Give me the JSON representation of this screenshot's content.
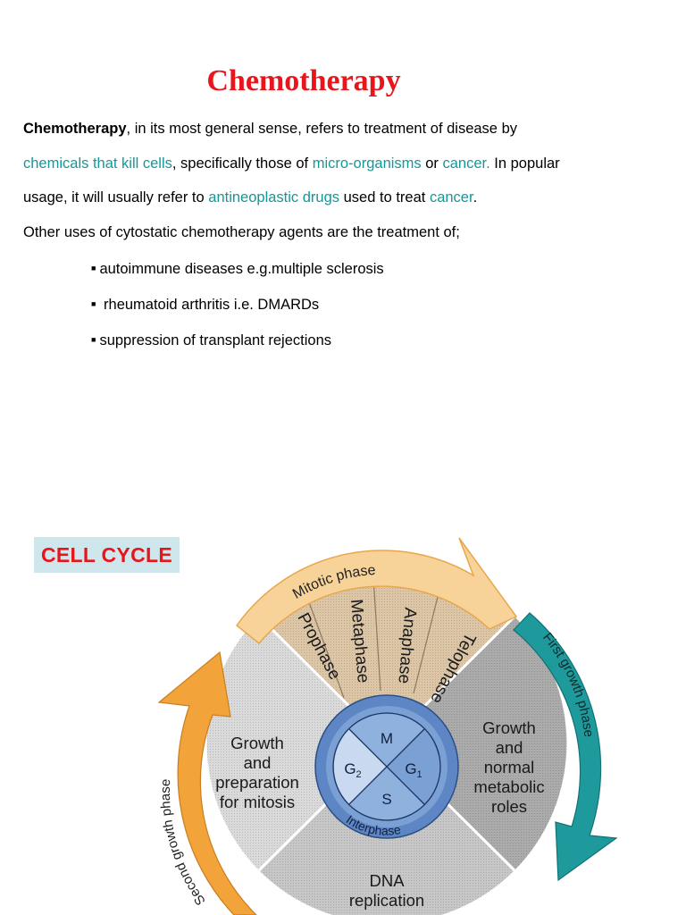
{
  "title": "Chemotherapy",
  "intro": {
    "term": "Chemotherapy",
    "t1": ", in its most general sense, refers to treatment of disease by",
    "link1": "chemicals that kill cells",
    "t2": ", specifically those of ",
    "link2": "micro-organisms",
    "t3": " or ",
    "link3": "cancer.",
    "t4": " In popular",
    "t5": "usage, it will usually refer to ",
    "link4": "antineoplastic drugs",
    "t6": " used to treat ",
    "link5": "cancer",
    "t7": "."
  },
  "other_uses": "Other uses of cytostatic chemotherapy agents are the treatment of;",
  "bullets": [
    "autoimmune diseases e.g.multiple sclerosis",
    " rheumatoid arthritis i.e. DMARDs",
    "suppression of transplant rejections"
  ],
  "diagram": {
    "badge": "CELL CYCLE",
    "mitotic_phase": "Mitotic phase",
    "first_growth": "First growth phase",
    "second_growth": "Second growth phase",
    "phases": [
      "Prophase",
      "Metaphase",
      "Anaphase",
      "Telophase"
    ],
    "left_text": [
      "Growth",
      "and",
      "preparation",
      "for mitosis"
    ],
    "right_text": [
      "Growth",
      "and",
      "normal",
      "metabolic",
      "roles"
    ],
    "bottom_text": [
      "DNA",
      "replication"
    ],
    "center": {
      "m": "M",
      "g2": "G",
      "g2_sub": "2",
      "g1": "G",
      "g1_sub": "1",
      "s": "S"
    },
    "interphase": "Interphase",
    "colors": {
      "orange": "#f2a33a",
      "teal": "#1f9a9c",
      "tan": "#dcc6a6",
      "gray": "#a9a9a9",
      "blue": "#7aa0d4",
      "title_red": "#e8151b",
      "link_teal": "#13989a"
    }
  }
}
